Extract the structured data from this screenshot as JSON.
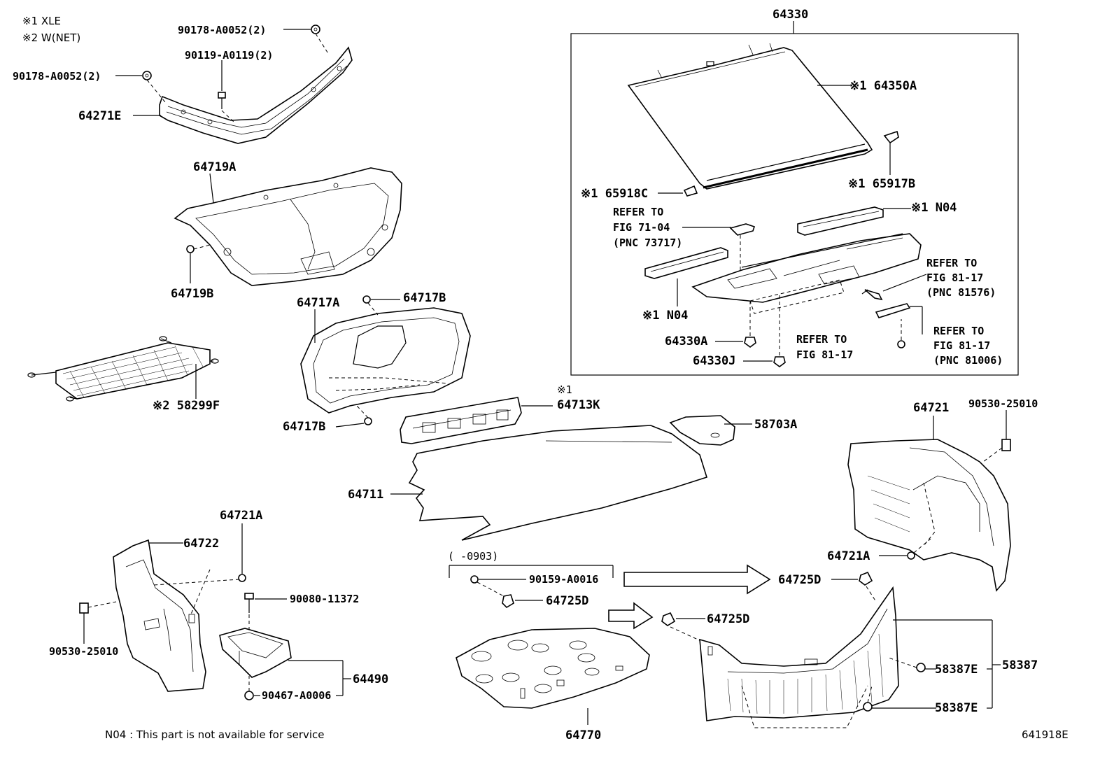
{
  "notes": {
    "legend1": "※1 XLE",
    "legend2": "※2 W(NET)",
    "footer": "N04 : This part is not available for service",
    "figure_id": "641918E"
  },
  "labels": {
    "p64330": "64330",
    "p64350A": "※1 64350A",
    "p65918C": "※1 65918C",
    "p65917B": "※1 65917B",
    "n04_top": "※1 N04",
    "n04_bottom": "※1 N04",
    "refer_71_l1": "REFER TO",
    "refer_71_l2": "FIG 71-04",
    "refer_71_l3": "(PNC 73717)",
    "refer_81576_l1": "REFER TO",
    "refer_81576_l2": "FIG 81-17",
    "refer_81576_l3": "(PNC 81576)",
    "refer_8117_l1": "REFER TO",
    "refer_8117_l2": "FIG 81-17",
    "refer_81006_l1": "REFER TO",
    "refer_81006_l2": "FIG 81-17",
    "refer_81006_l3": "(PNC 81006)",
    "p64330A": "64330A",
    "p64330J": "64330J",
    "p90178_top": "90178-A0052(2)",
    "p90119": "90119-A0119(2)",
    "p90178_left": "90178-A0052(2)",
    "p64271E": "64271E",
    "p64719A": "64719A",
    "p64719B": "64719B",
    "p64717A": "64717A",
    "p64717B_top": "64717B",
    "p64717B_bottom": "64717B",
    "p58299F": "※2 58299F",
    "mark_64713K": "※1",
    "p64713K": "64713K",
    "p58703A": "58703A",
    "p64711": "64711",
    "p64721": "64721",
    "p90530_right": "90530-25010",
    "p64721A_right": "64721A",
    "p64721A_left": "64721A",
    "p64722": "64722",
    "p90530_left": "90530-25010",
    "p90080": "90080-11372",
    "p64490": "64490",
    "p90467": "90467-A0006",
    "range_note": "(     -0903)",
    "p90159": "90159-A0016",
    "p64725D_a": "64725D",
    "p64725D_b": "64725D",
    "p64725D_c": "64725D",
    "p64770": "64770",
    "p58387": "58387",
    "p58387E_a": "58387E",
    "p58387E_b": "58387E"
  }
}
